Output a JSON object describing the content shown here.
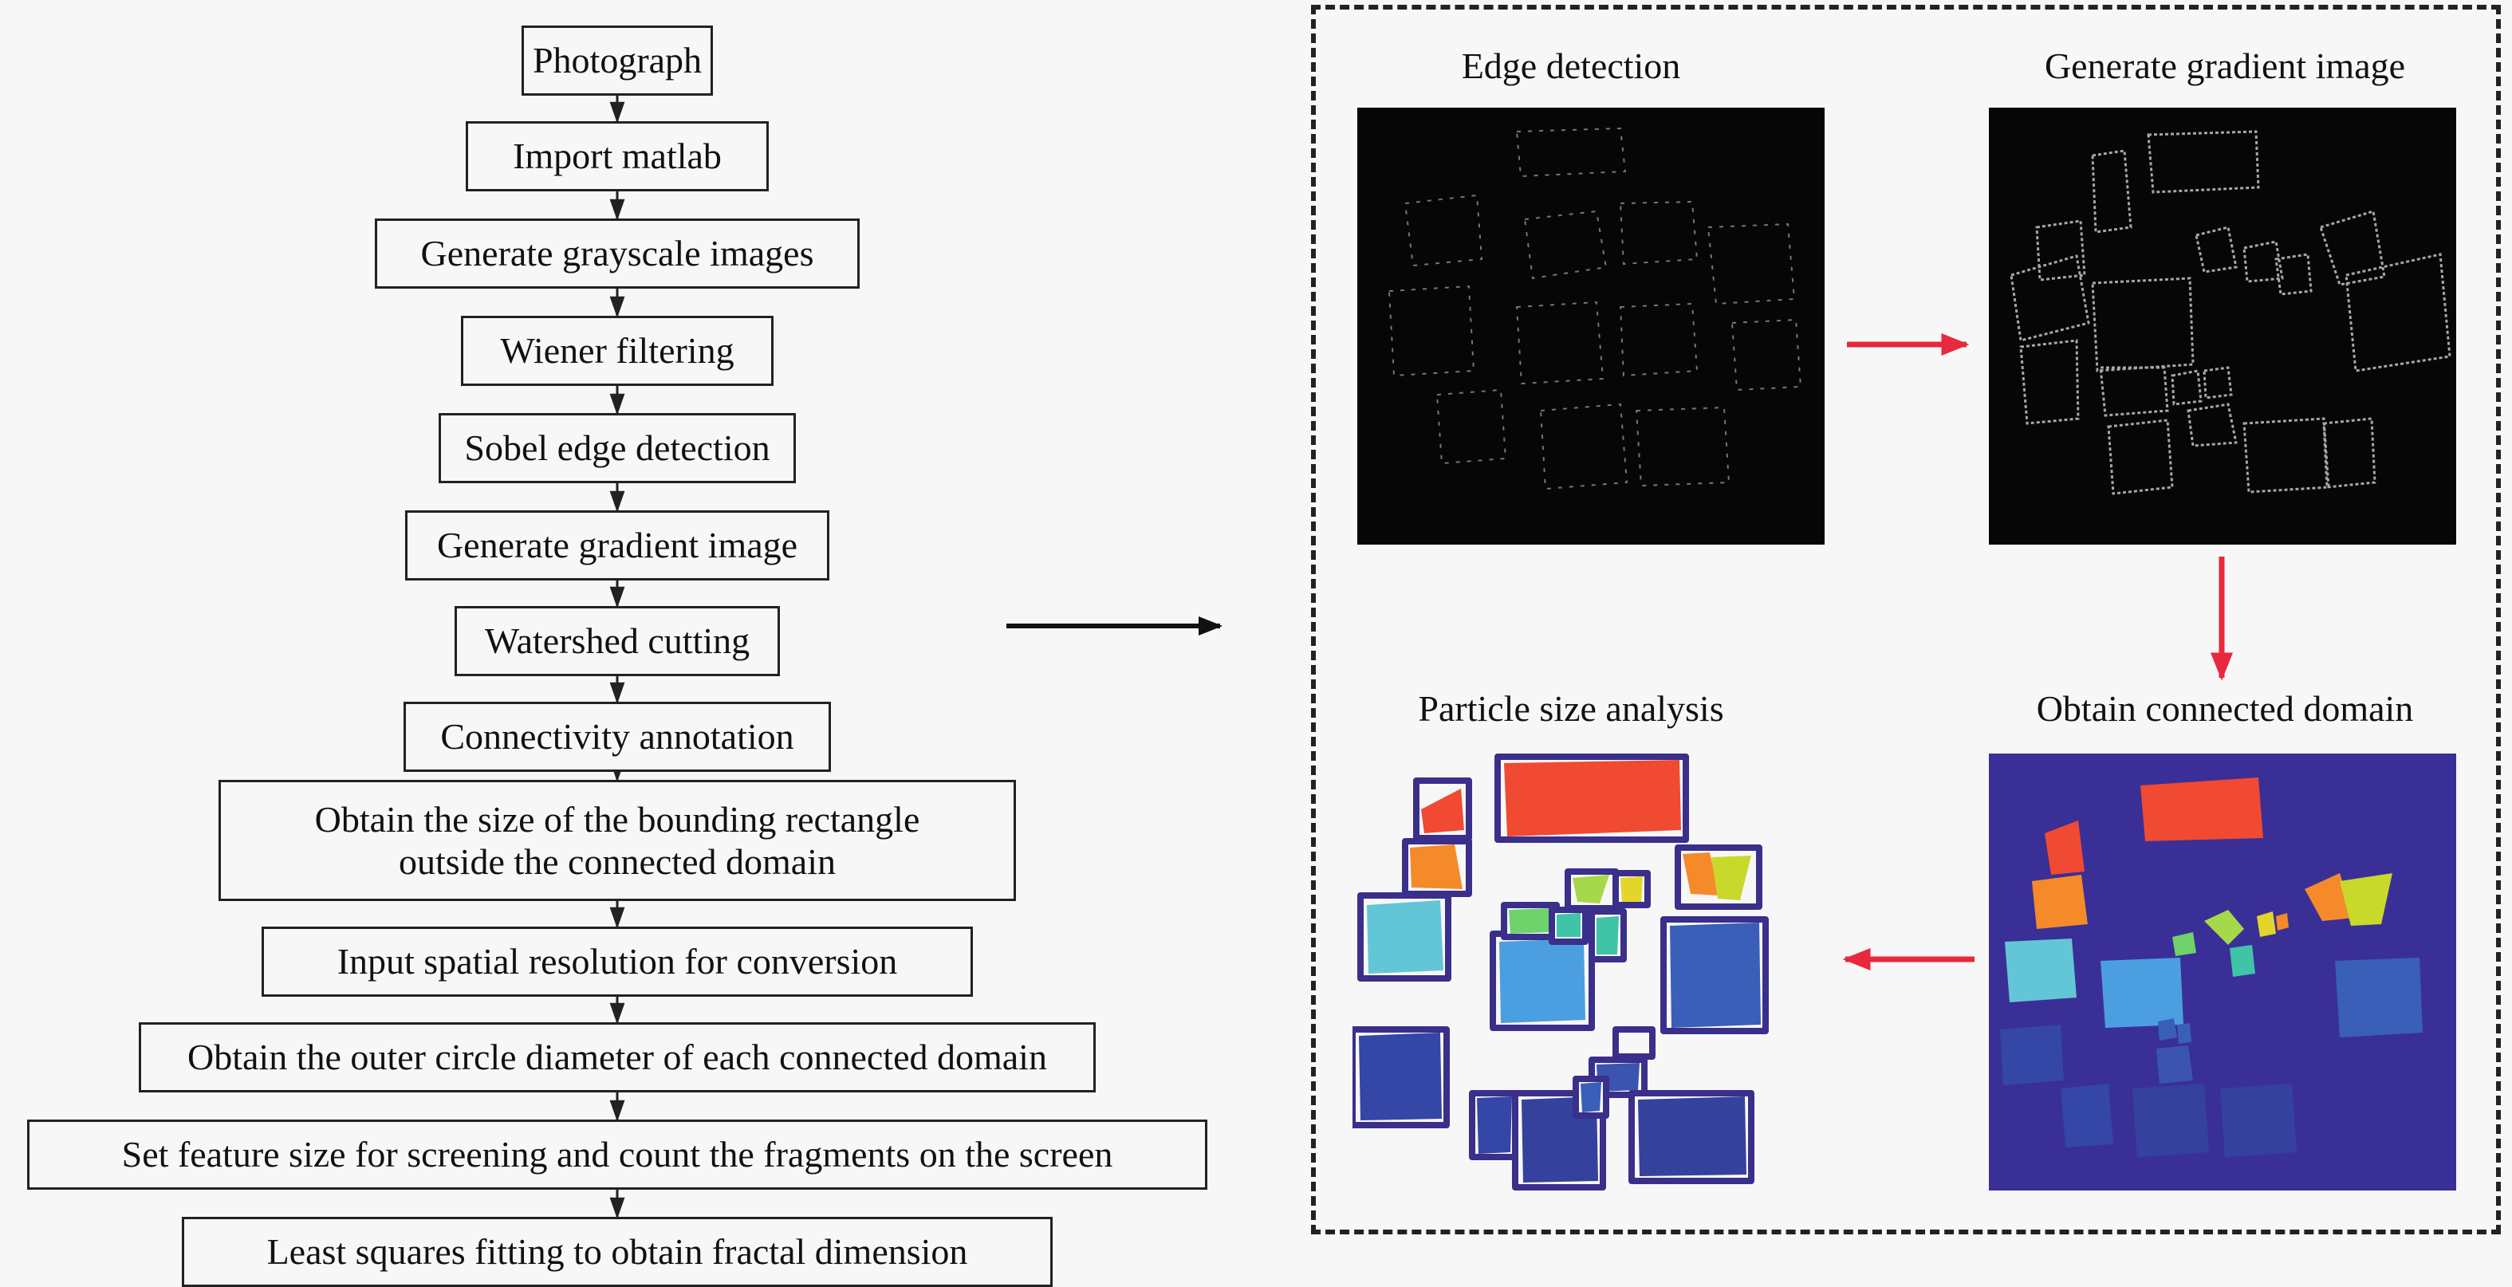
{
  "flowchart": {
    "steps": [
      "Photograph",
      "Import matlab",
      "Generate grayscale images",
      "Wiener filtering",
      "Sobel edge detection",
      "Generate gradient image",
      "Watershed cutting",
      "Connectivity annotation",
      "Obtain the size of the bounding rectangle\noutside the connected domain",
      "Input spatial resolution for conversion",
      "Obtain the outer circle diameter of each connected domain",
      "Set feature size for screening and count the fragments on the screen",
      "Least squares fitting to obtain fractal dimension"
    ]
  },
  "panels": {
    "edge_detection": {
      "title": "Edge detection"
    },
    "gradient_image": {
      "title": "Generate gradient image"
    },
    "connected_domain": {
      "title": "Obtain connected domain"
    },
    "particle_size": {
      "title": "Particle size analysis"
    }
  },
  "colors": {
    "arrow_black": "#111111",
    "arrow_red": "#e8283c",
    "domain_background": "#3a2f96",
    "fragment_red": "#f04a32",
    "fragment_orange": "#f58a2a",
    "fragment_yellow": "#e3d62b",
    "fragment_green": "#6fd26a",
    "fragment_cyan": "#63c6d6",
    "fragment_lightblue": "#4b9fe0",
    "fragment_blue": "#3a5fb8",
    "fragment_darkblue": "#3446a6"
  }
}
